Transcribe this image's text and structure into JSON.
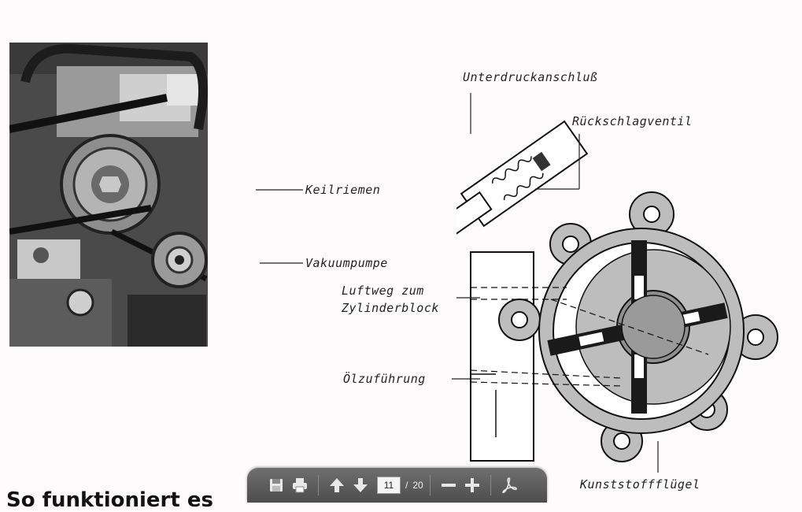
{
  "labels": {
    "keilriemen": "Keilriemen",
    "vakuumpumpe": "Vakuumpumpe",
    "unterdruckanschluss": "Unterdruckanschluß",
    "rueckschlagventil": "Rückschlagventil",
    "luftweg_line1": "Luftweg zum",
    "luftweg_line2": "Zylinderblock",
    "oelzufuehrung": "Ölzuführung",
    "kunststofffluegel": "Kunststoffflügel"
  },
  "heading_partial": "So funktioniert es",
  "toolbar": {
    "current_page": "11",
    "page_separator": "/",
    "total_pages": "20"
  },
  "colors": {
    "toolbar_bg": "#5a5a5a",
    "diagram_gray": "#bdbdbd",
    "diagram_dark": "#1a1a1a"
  }
}
